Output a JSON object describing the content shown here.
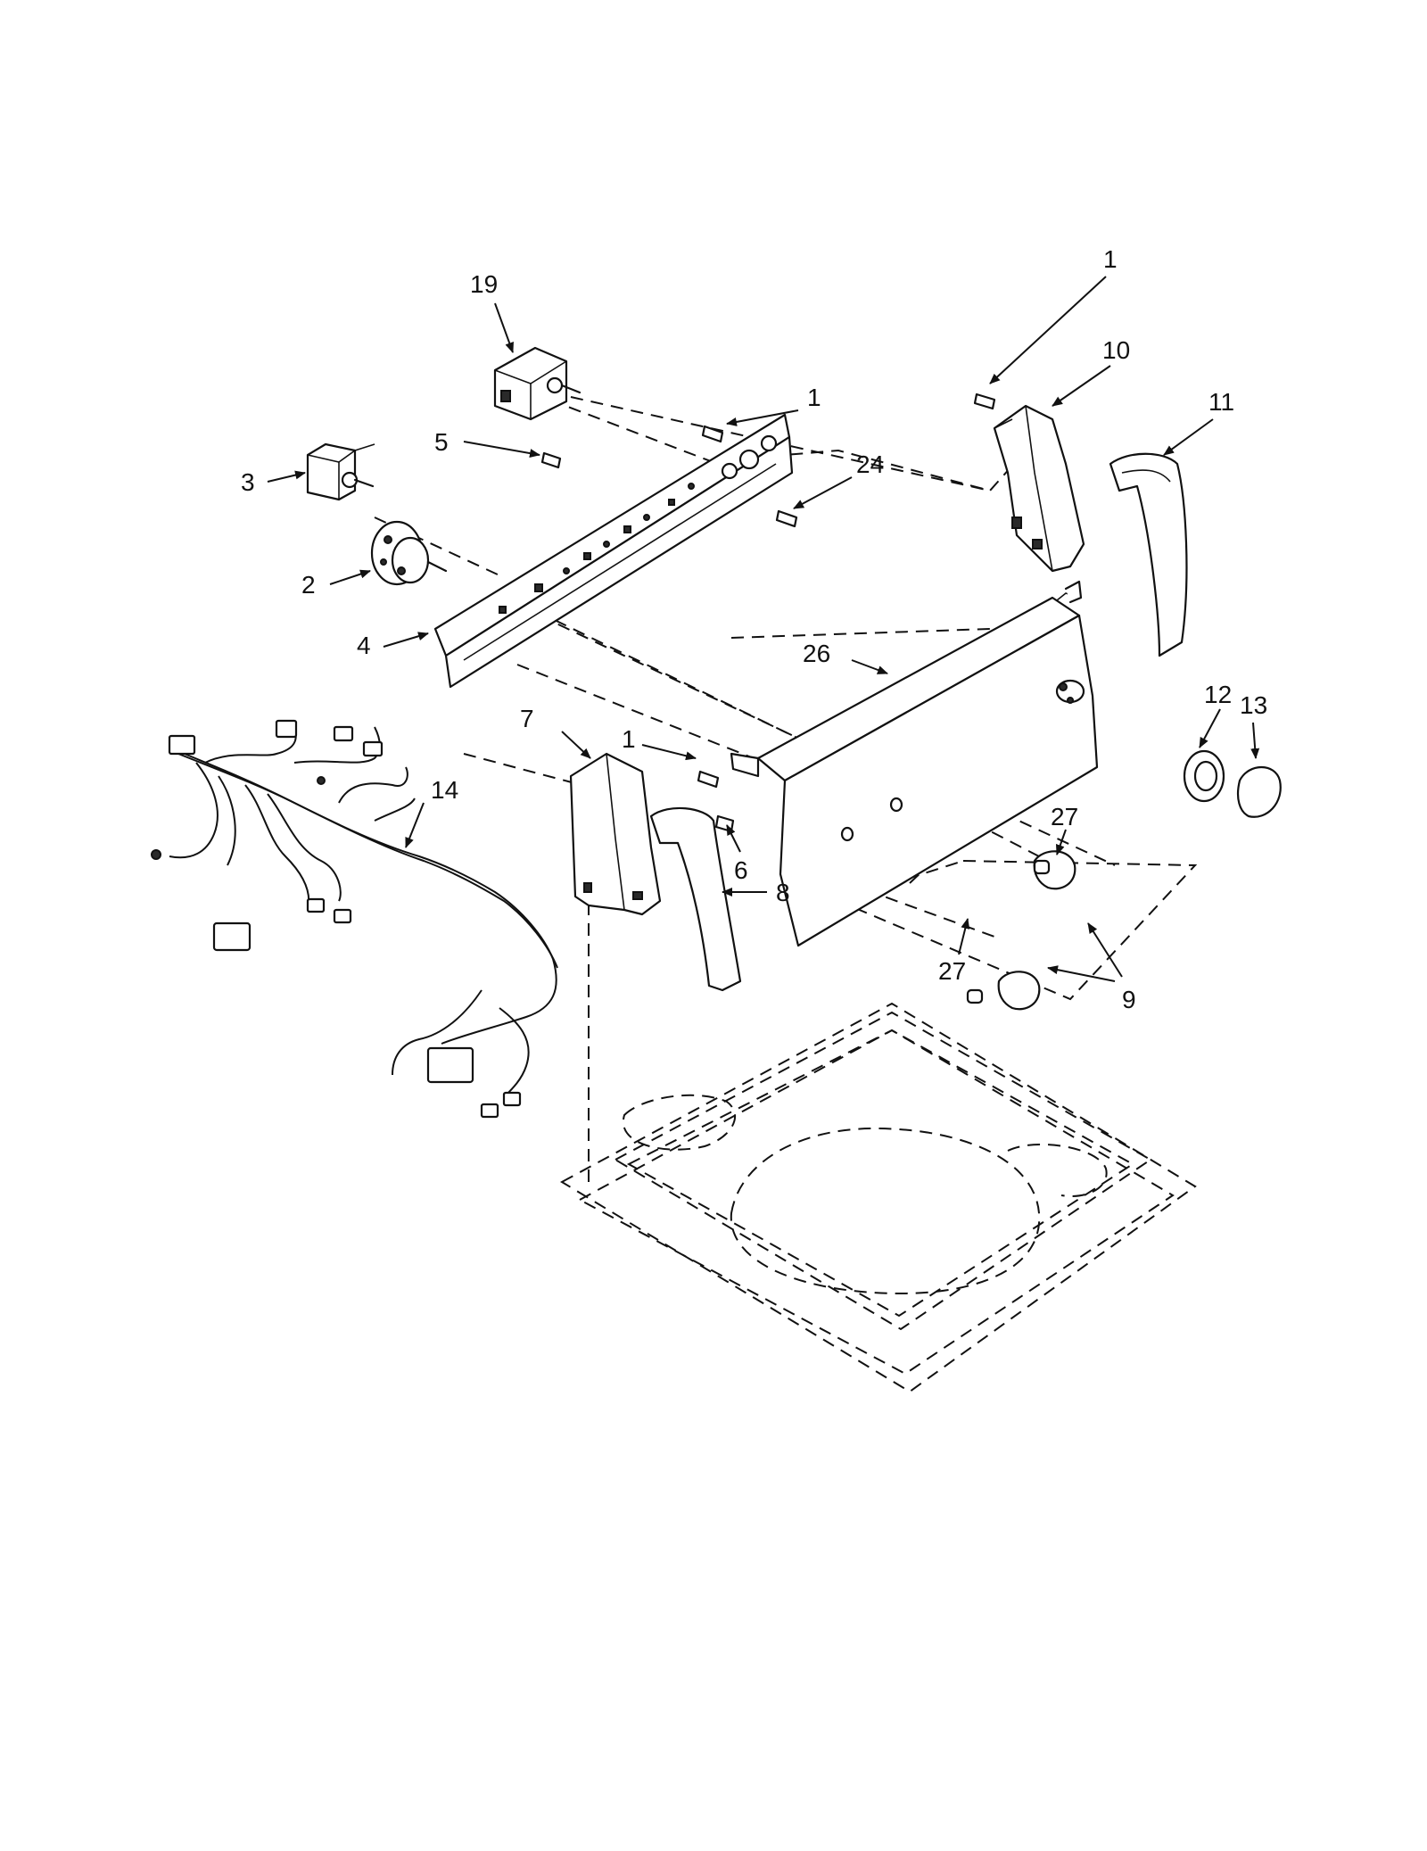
{
  "diagram": {
    "callouts": [
      {
        "id": "c19",
        "text": "19"
      },
      {
        "id": "c1a",
        "text": "1"
      },
      {
        "id": "c10",
        "text": "10"
      },
      {
        "id": "c1b",
        "text": "1"
      },
      {
        "id": "c11",
        "text": "11"
      },
      {
        "id": "c5",
        "text": "5"
      },
      {
        "id": "c24",
        "text": "24"
      },
      {
        "id": "c3",
        "text": "3"
      },
      {
        "id": "c2",
        "text": "2"
      },
      {
        "id": "c4",
        "text": "4"
      },
      {
        "id": "c26",
        "text": "26"
      },
      {
        "id": "c12",
        "text": "12"
      },
      {
        "id": "c13",
        "text": "13"
      },
      {
        "id": "c7",
        "text": "7"
      },
      {
        "id": "c1c",
        "text": "1"
      },
      {
        "id": "c14",
        "text": "14"
      },
      {
        "id": "c27a",
        "text": "27"
      },
      {
        "id": "c6",
        "text": "6"
      },
      {
        "id": "c8",
        "text": "8"
      },
      {
        "id": "c27b",
        "text": "27"
      },
      {
        "id": "c9",
        "text": "9"
      }
    ]
  }
}
